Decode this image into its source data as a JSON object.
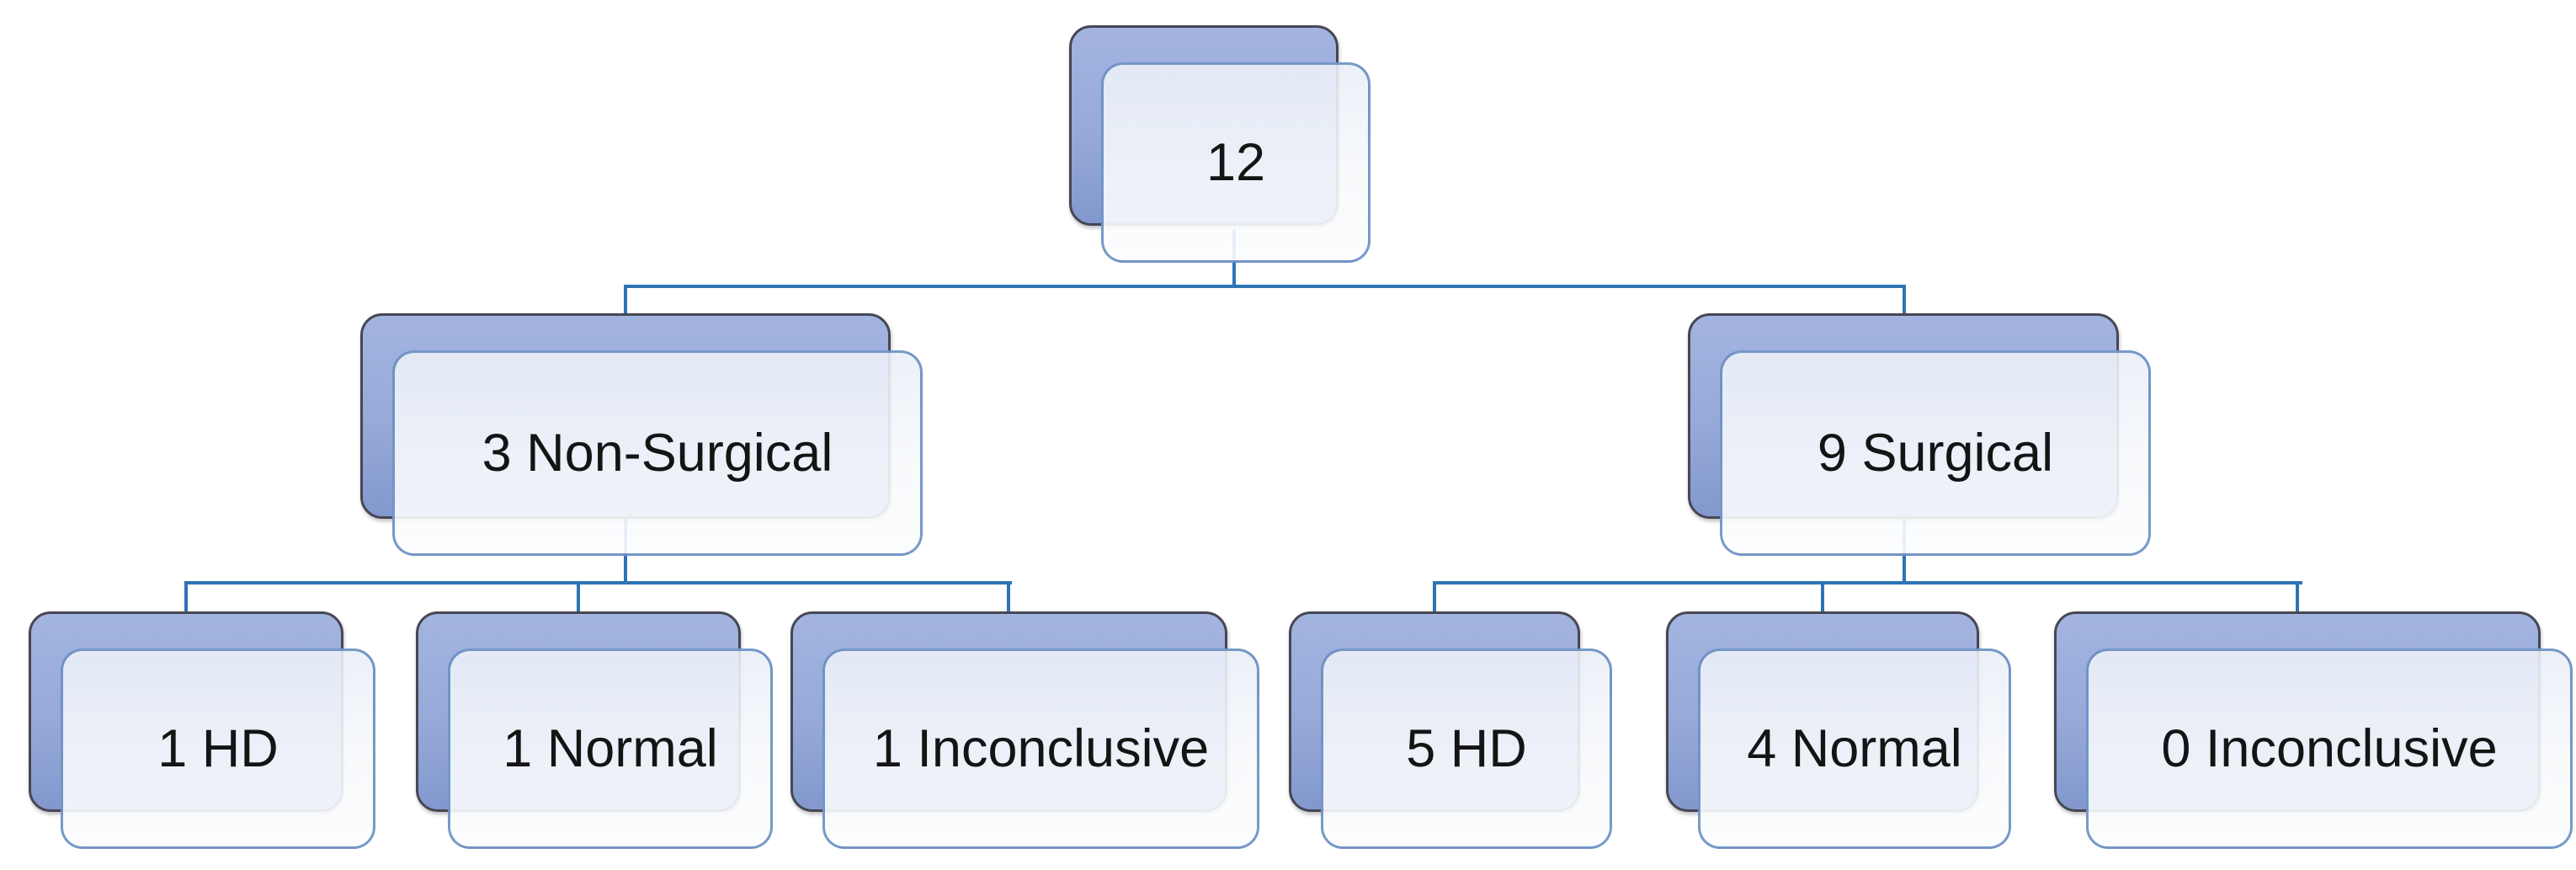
{
  "diagram": {
    "type": "hierarchy-tree",
    "description": "Flow chart of 12 cases split into Non-Surgical and Surgical groups, each split by HD / Normal / Inconclusive outcome",
    "nodes": [
      {
        "id": "root",
        "label": "12"
      },
      {
        "id": "non-surgical",
        "label": "3 Non-Surgical"
      },
      {
        "id": "surgical",
        "label": "9 Surgical"
      },
      {
        "id": "non-surgical-hd",
        "label": "1 HD"
      },
      {
        "id": "non-surgical-normal",
        "label": "1 Normal"
      },
      {
        "id": "non-surgical-inconclusive",
        "label": "1 Inconclusive"
      },
      {
        "id": "surgical-hd",
        "label": "5 HD"
      },
      {
        "id": "surgical-normal",
        "label": "4 Normal"
      },
      {
        "id": "surgical-inconclusive",
        "label": "0 Inconclusive"
      }
    ],
    "edges": [
      {
        "from": "12",
        "to": "3 Non-Surgical"
      },
      {
        "from": "12",
        "to": "9 Surgical"
      },
      {
        "from": "3 Non-Surgical",
        "to": "1 HD"
      },
      {
        "from": "3 Non-Surgical",
        "to": "1 Normal"
      },
      {
        "from": "3 Non-Surgical",
        "to": "1 Inconclusive"
      },
      {
        "from": "9 Surgical",
        "to": "5 HD"
      },
      {
        "from": "9 Surgical",
        "to": "4 Normal"
      },
      {
        "from": "9 Surgical",
        "to": "0 Inconclusive"
      }
    ],
    "colors": {
      "connector": "#2E74B5",
      "back_panel_top": "#A3B4E0",
      "back_panel_bottom": "#8298CE",
      "back_panel_border": "#474752",
      "front_panel_fill": "#EDF1F8",
      "front_panel_border": "#6F99CF",
      "text": "#141414",
      "background": "#FFFFFF"
    }
  }
}
